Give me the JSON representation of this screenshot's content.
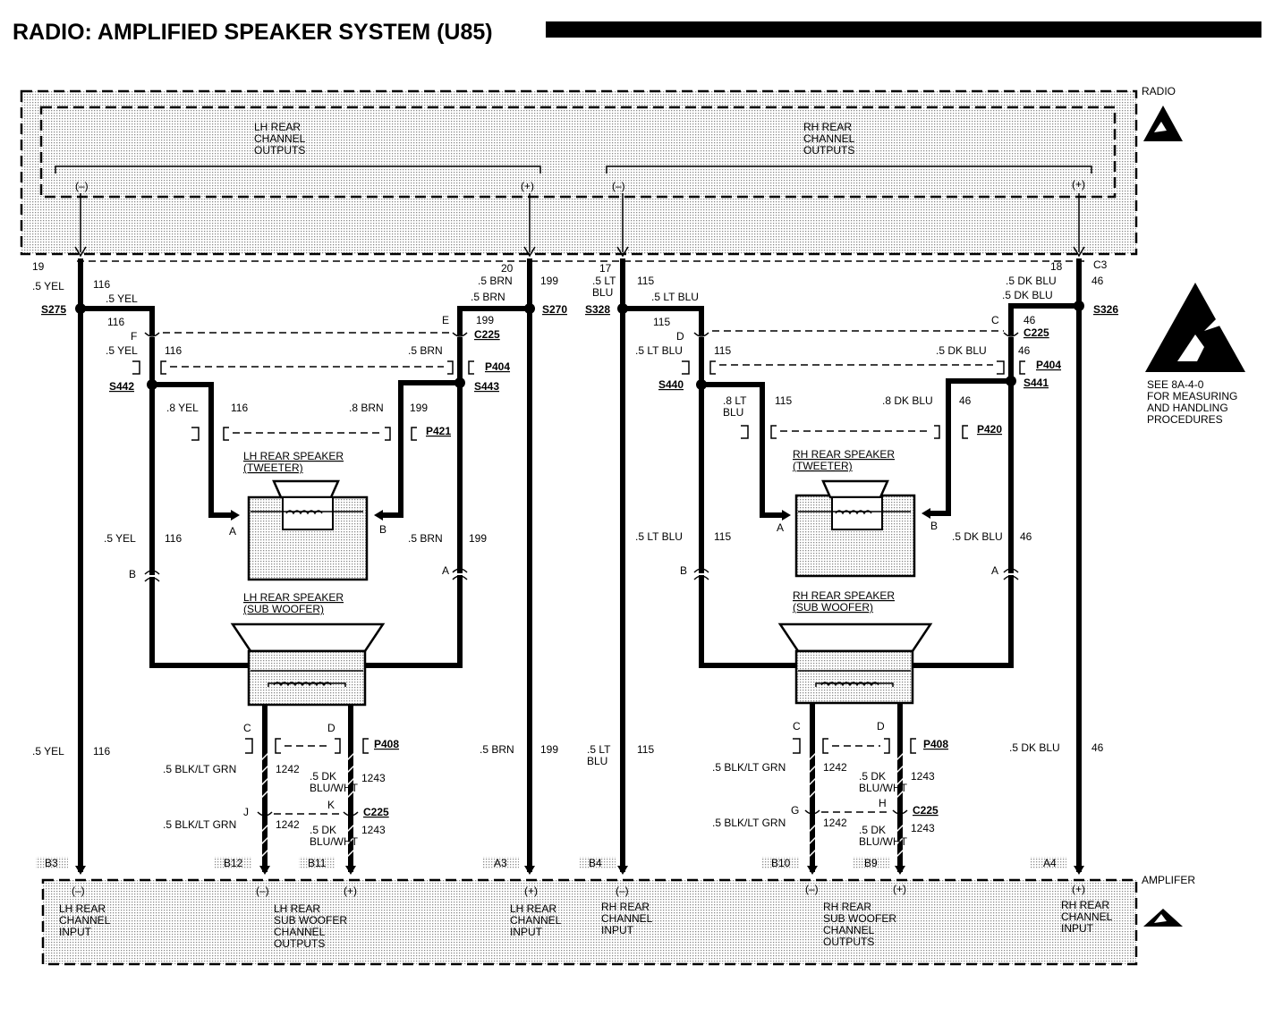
{
  "title": "RADIO: AMPLIFIED SPEAKER SYSTEM (U85)",
  "radio": {
    "label": "RADIO",
    "lh_outputs": "LH REAR\nCHANNEL\nOUTPUTS",
    "rh_outputs": "RH REAR\nCHANNEL\nOUTPUTS",
    "minus": "(–)",
    "plus": "(+)"
  },
  "amplifier": {
    "label": "AMPLIFER",
    "lh_input_minus": "LH REAR\nCHANNEL\nINPUT",
    "lh_sub_outputs": "LH REAR\nSUB WOOFER\nCHANNEL\nOUTPUTS",
    "lh_input_plus": "LH REAR\nCHANNEL\nINPUT",
    "rh_input_minus": "RH REAR\nCHANNEL\nINPUT",
    "rh_sub_outputs": "RH REAR\nSUB WOOFER\nCHANNEL\nOUTPUTS",
    "rh_input_plus": "RH REAR\nCHANNEL\nINPUT",
    "pins": [
      "B3",
      "B12",
      "B11",
      "A3",
      "B4",
      "B10",
      "B9",
      "A4"
    ]
  },
  "esd_note": "SEE 8A-4-0\nFOR MEASURING\nAND HANDLING\nPROCEDURES",
  "connectors": {
    "c3": "C3",
    "c225": "C225",
    "p404": "P404",
    "p421": "P421",
    "p420": "P420",
    "p408": "P408"
  },
  "splices": {
    "s275": "S275",
    "s270": "S270",
    "s328": "S328",
    "s326": "S326",
    "s442": "S442",
    "s443": "S443",
    "s440": "S440",
    "s441": "S441"
  },
  "speakers": {
    "lh_tweeter": "LH REAR SPEAKER\n(TWEETER)",
    "lh_sub": "LH REAR SPEAKER\n(SUB WOOFER)",
    "rh_tweeter": "RH REAR SPEAKER\n(TWEETER)",
    "rh_sub": "RH REAR SPEAKER\n(SUB WOOFER)"
  },
  "pin_letters": {
    "A": "A",
    "B": "B",
    "C": "C",
    "D": "D",
    "E": "E",
    "F": "F",
    "G": "G",
    "H": "H",
    "J": "J",
    "K": "K"
  },
  "pin_numbers": {
    "p19": "19",
    "p20": "20",
    "p17": "17",
    "p18": "18"
  },
  "circuits": {
    "c116": "116",
    "c199": "199",
    "c115": "115",
    "c46": "46",
    "c1242": "1242",
    "c1243": "1243"
  },
  "wire_colors": {
    "yel5": ".5 YEL",
    "yel8": ".8 YEL",
    "brn5": ".5 BRN",
    "brn8": ".8 BRN",
    "ltblu5": ".5 LT BLU",
    "ltblu5_split": ".5 LT\nBLU",
    "ltblu8_split": ".8 LT\nBLU",
    "dkblu5": ".5 DK BLU",
    "dkblu8": ".8 DK BLU",
    "blkltgrn": ".5 BLK/LT GRN",
    "dkbluwht": ".5 DK\nBLU/WHT"
  },
  "colors": {
    "ink": "#000000",
    "paper": "#ffffff",
    "shade_dot": "#8a8a8a"
  },
  "icons": [
    "esd-warning-icon-radio",
    "esd-warning-icon-large",
    "esd-warning-icon-amplifier"
  ]
}
